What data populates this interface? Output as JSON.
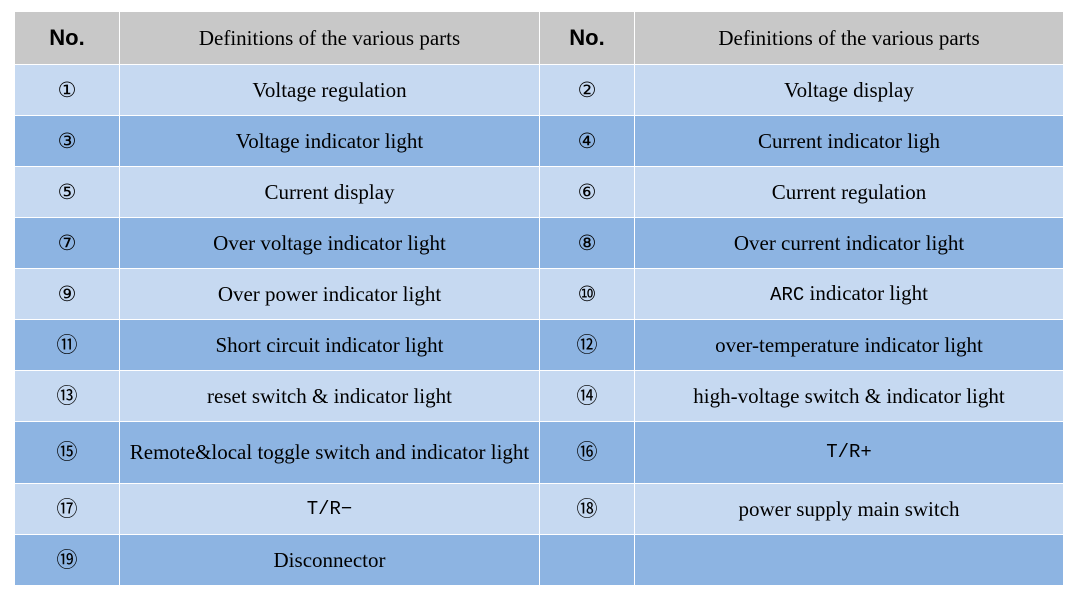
{
  "table": {
    "headers": [
      "No.",
      "Definitions of the various parts",
      "No.",
      "Definitions of the various parts"
    ],
    "colors": {
      "header_bg": "#c8c8c8",
      "row_light_bg": "#c6d9f1",
      "row_dark_bg": "#8db4e2",
      "grid_line": "#ffffff",
      "text": "#000000",
      "page_bg": "#ffffff"
    },
    "rows": [
      {
        "band": "light",
        "left_no": "①",
        "left_def": "Voltage regulation",
        "right_no": "②",
        "right_def": "Voltage display"
      },
      {
        "band": "dark",
        "left_no": "③",
        "left_def": "Voltage indicator light",
        "right_no": "④",
        "right_def": "Current indicator ligh"
      },
      {
        "band": "light",
        "left_no": "⑤",
        "left_def": "Current display",
        "right_no": "⑥",
        "right_def": "Current regulation"
      },
      {
        "band": "dark",
        "left_no": "⑦",
        "left_def": "Over voltage indicator light",
        "right_no": "⑧",
        "right_def": "Over current indicator light"
      },
      {
        "band": "light",
        "left_no": "⑨",
        "left_def": "Over power indicator light",
        "right_no": "⑩",
        "right_def_mono": "ARC",
        "right_def_rest": " indicator light"
      },
      {
        "band": "dark",
        "left_no": "⑪",
        "left_def": "Short circuit indicator light",
        "right_no": "⑫",
        "right_def": "over-temperature indicator light"
      },
      {
        "band": "light",
        "left_no": "⑬",
        "left_def": "reset switch & indicator light",
        "right_no": "⑭",
        "right_def": "high-voltage switch & indicator light"
      },
      {
        "band": "dark",
        "tall": true,
        "left_no": "⑮",
        "left_def": "Remote&local toggle switch and indicator light",
        "right_no": "⑯",
        "right_def": "T/R+"
      },
      {
        "band": "light",
        "left_no": "⑰",
        "left_def": "T/R−",
        "right_no": "⑱",
        "right_def": "power supply main switch"
      },
      {
        "band": "dark",
        "left_no": "⑲",
        "left_def": "Disconnector",
        "right_no": "",
        "right_def": ""
      }
    ]
  }
}
